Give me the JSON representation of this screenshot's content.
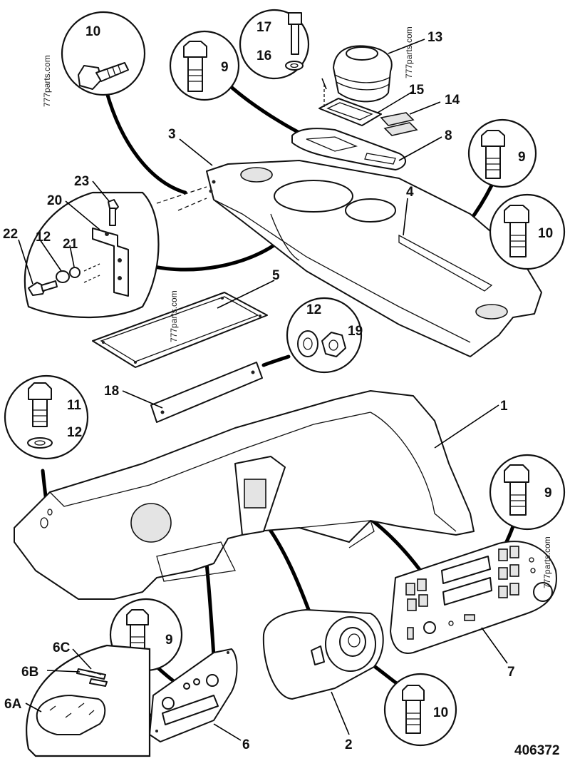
{
  "drawing_number": "406372",
  "watermark": "777parts.com",
  "callouts": {
    "c1": "1",
    "c2": "2",
    "c3": "3",
    "c4": "4",
    "c5": "5",
    "c6": "6",
    "c6a": "6A",
    "c6b": "6B",
    "c6c": "6C",
    "c7": "7",
    "c8": "8",
    "c9_top": "9",
    "c9_right": "9",
    "c9_lowright": "9",
    "c9_bottom": "9",
    "c10_topleft": "10",
    "c10_right": "10",
    "c10_bottom": "10",
    "c11": "11",
    "c12_left": "12",
    "c12_mid": "12",
    "c12_lower": "12",
    "c13": "13",
    "c14": "14",
    "c15": "15",
    "c16": "16",
    "c17": "17",
    "c18": "18",
    "c19": "19",
    "c20": "20",
    "c21": "21",
    "c22": "22",
    "c23": "23"
  }
}
